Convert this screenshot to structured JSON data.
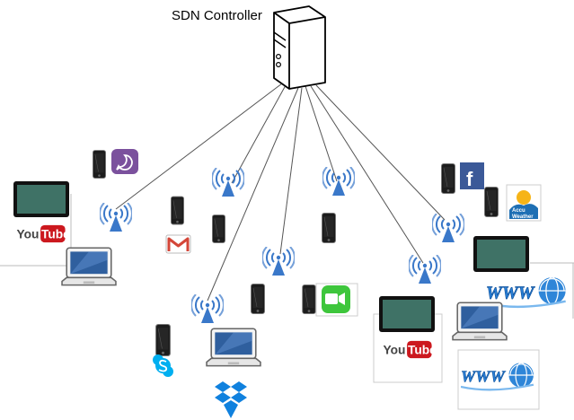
{
  "controller": {
    "label": "SDN Controller"
  },
  "logos": {
    "youtube_you": "You",
    "youtube_tube": "Tube",
    "www": "WWW",
    "accuweather_top": "Accu",
    "accuweather_bottom": "Weather",
    "facebook": "f"
  },
  "colors": {
    "link": "#555555",
    "antenna": "#3a78c9",
    "screen": "#3f7266",
    "youtube_red": "#cc181e",
    "viber": "#7b519d",
    "facetime": "#3ec63c",
    "skype": "#00aff0",
    "dropbox": "#1081de",
    "facebook": "#3b5998",
    "gmail": "#d44638"
  }
}
